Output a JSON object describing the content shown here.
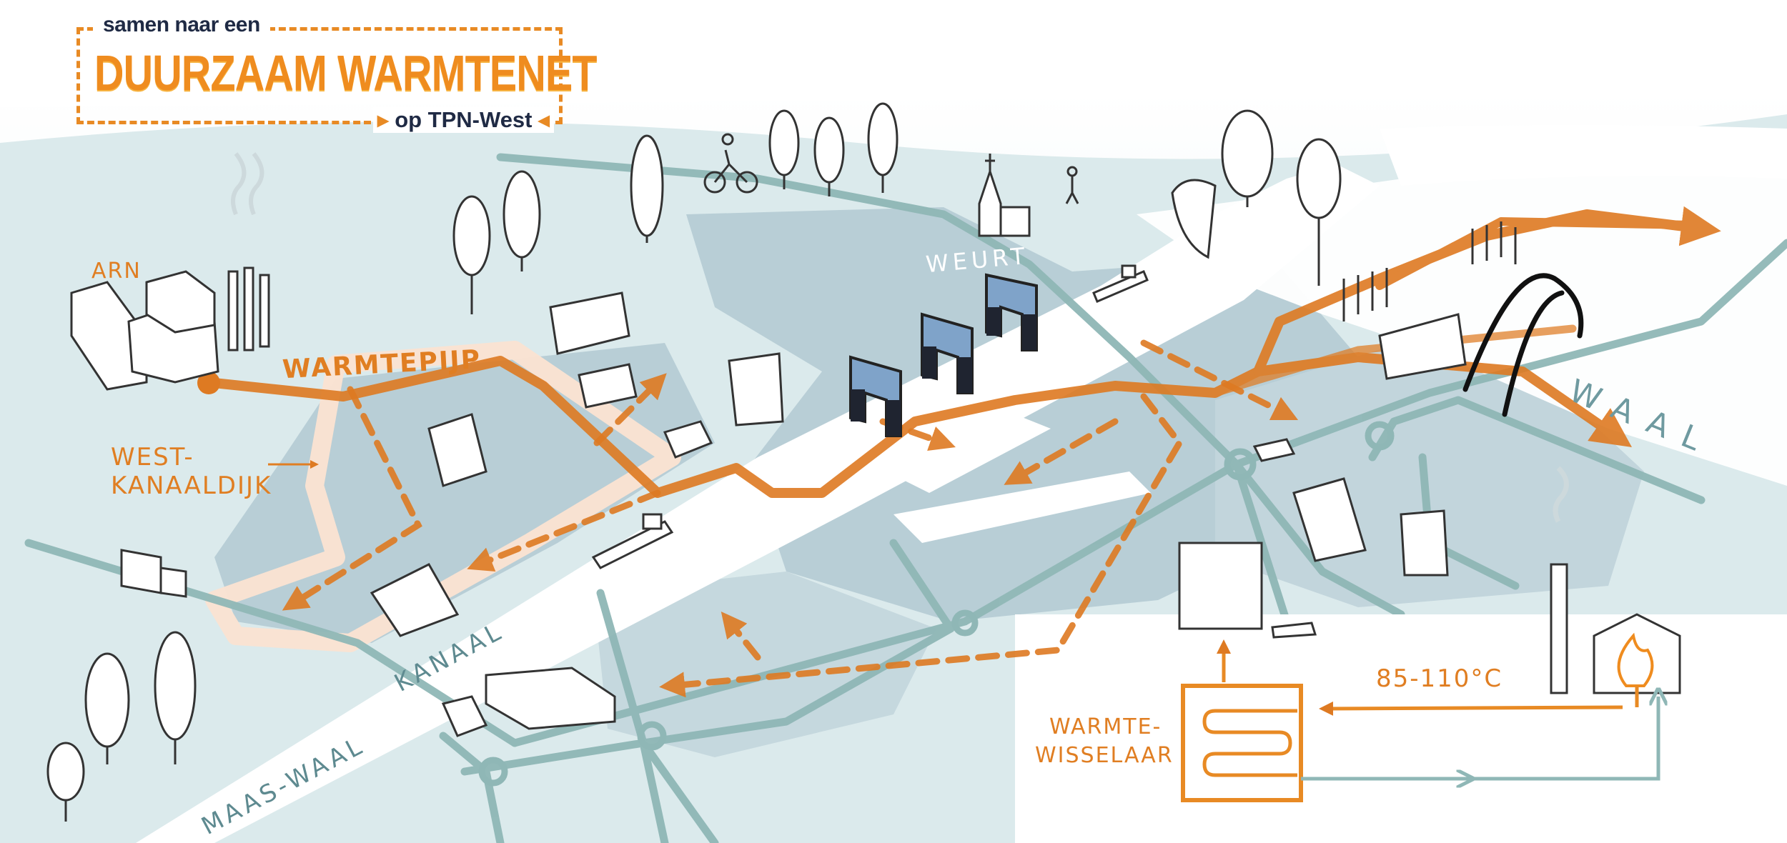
{
  "title": {
    "pre": "samen naar een",
    "main": "DUURZAAM WARMTENET",
    "post": "op TPN-West"
  },
  "labels": {
    "arn": "ARN",
    "warmtepijp": "WARMTEPIJP",
    "west_kanaaldijk_1": "WEST-",
    "west_kanaaldijk_2": "KANAALDIJK",
    "weurt": "WEURT",
    "waal": "WAAL",
    "maas_waal": "MAAS-WAAL",
    "kanaal": "KANAAL",
    "warmtewisselaar_1": "WARMTE-",
    "warmtewisselaar_2": "WISSELAAR",
    "temperature": "85-110°C"
  },
  "colors": {
    "heat_pipe": "#de7a22",
    "road": "#8fb7b6",
    "water": "#ffffff",
    "terrain": "#dbeaec",
    "industrial_area": "#b8ced6",
    "highlight": "#fbe3d2",
    "title_orange": "#ef8c1f",
    "title_navy": "#1f2a44",
    "gate_blue": "#7fa3c9"
  },
  "icons": [
    "factory-icon",
    "chimney-icon",
    "tree-icon",
    "cyclist-icon",
    "church-icon",
    "walker-icon",
    "ship-icon",
    "truck-icon",
    "car-icon",
    "building-icon",
    "gate-icon",
    "bridge-icon",
    "flame-icon",
    "heat-exchanger-icon"
  ]
}
